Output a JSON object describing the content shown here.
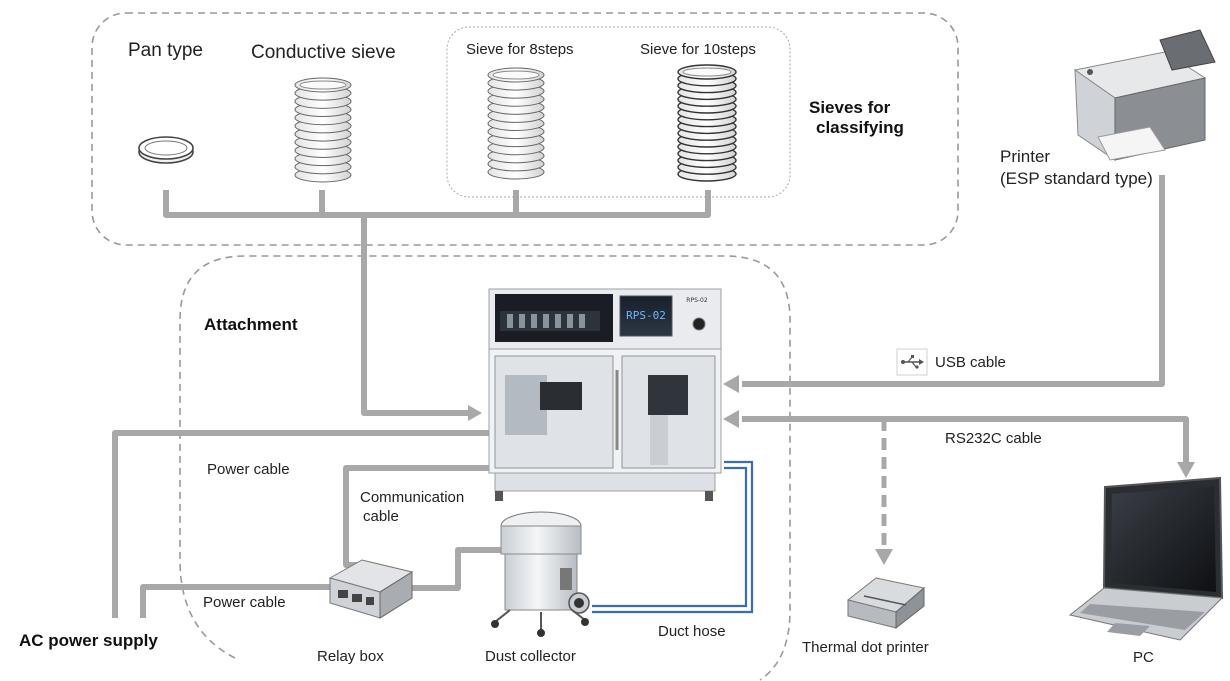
{
  "groups": {
    "sieves_title_line1": "Sieves for",
    "sieves_title_line2": "classifying",
    "attachment_title": "Attachment"
  },
  "sieves": {
    "pan": "Pan type",
    "conductive": "Conductive sieve",
    "sieve8": "Sieve for 8steps",
    "sieve10": "Sieve for 10steps"
  },
  "devices": {
    "main_display": "RPS-02",
    "main_badge": "RPS-02",
    "printer_line1": "Printer",
    "printer_line2": "(ESP standard type)",
    "thermal": "Thermal dot printer",
    "pc": "PC",
    "relay": "Relay box",
    "dust": "Dust collector"
  },
  "cables": {
    "usb": "USB cable",
    "rs232": "RS232C cable",
    "power1": "Power cable",
    "power2": "Power cable",
    "comm_line1": "Communication",
    "comm_line2": "cable",
    "duct": "Duct hose",
    "ac": "AC power supply"
  },
  "colors": {
    "connector": "#a8a8a8",
    "duct": "#3a6bb5",
    "dashed_border": "#9a9a9a"
  }
}
